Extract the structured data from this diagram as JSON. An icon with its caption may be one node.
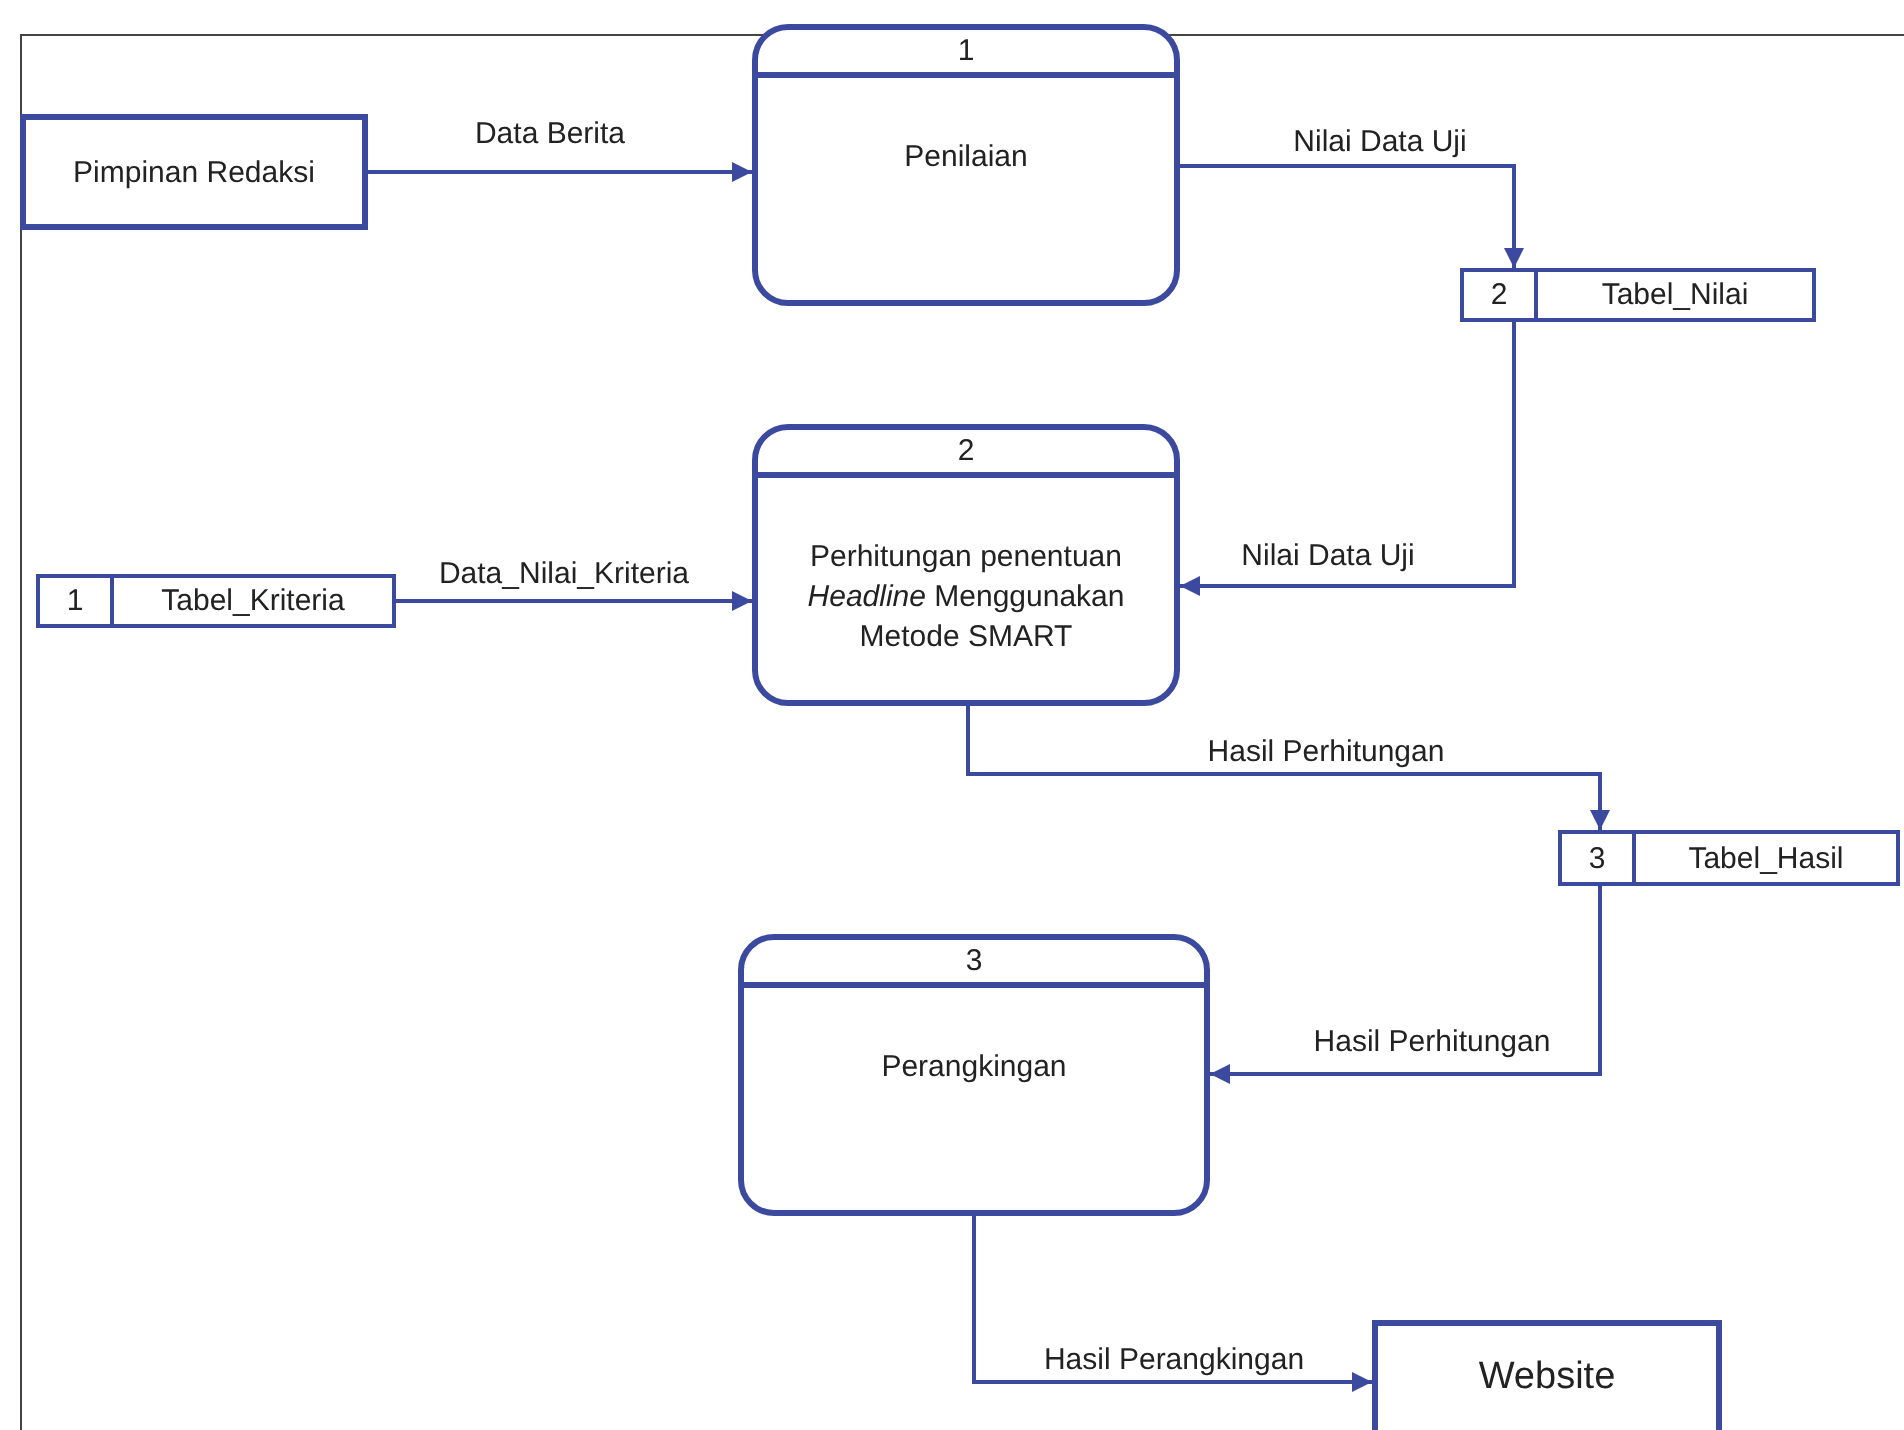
{
  "diagram": {
    "nodes": [
      {
        "text": [
          "Pimpinan Redaksi"
        ]
      },
      {
        "text": [
          "1",
          "Penilaian"
        ]
      },
      {
        "text": [
          "2",
          "Tabel_Nilai"
        ]
      },
      {
        "text": [
          "2",
          "Perhitungan penentuan *Headline* Menggunakan Metode SMART"
        ]
      },
      {
        "text": [
          "1",
          "Tabel_Kriteria"
        ]
      },
      {
        "text": [
          "3",
          "Tabel_Hasil"
        ]
      },
      {
        "text": [
          "3",
          "Perangkingan"
        ]
      },
      {
        "text": [
          "Website"
        ]
      }
    ],
    "edges": [
      {
        "from": 0,
        "to": 1,
        "arrow": "to",
        "label": "Data Berita"
      },
      {
        "from": 1,
        "to": 2,
        "arrow": "to",
        "label": "Nilai Data Uji"
      },
      {
        "from": 2,
        "to": 3,
        "arrow": "to",
        "label": "Nilai Data Uji"
      },
      {
        "from": 4,
        "to": 3,
        "arrow": "to",
        "label": "Data_Nilai_Kriteria"
      },
      {
        "from": 3,
        "to": 5,
        "arrow": "to",
        "label": "Hasil Perhitungan"
      },
      {
        "from": 5,
        "to": 6,
        "arrow": "to",
        "label": "Hasil Perhitungan"
      },
      {
        "from": 6,
        "to": 7,
        "arrow": "to",
        "label": "Hasil Perangkingan"
      }
    ]
  }
}
